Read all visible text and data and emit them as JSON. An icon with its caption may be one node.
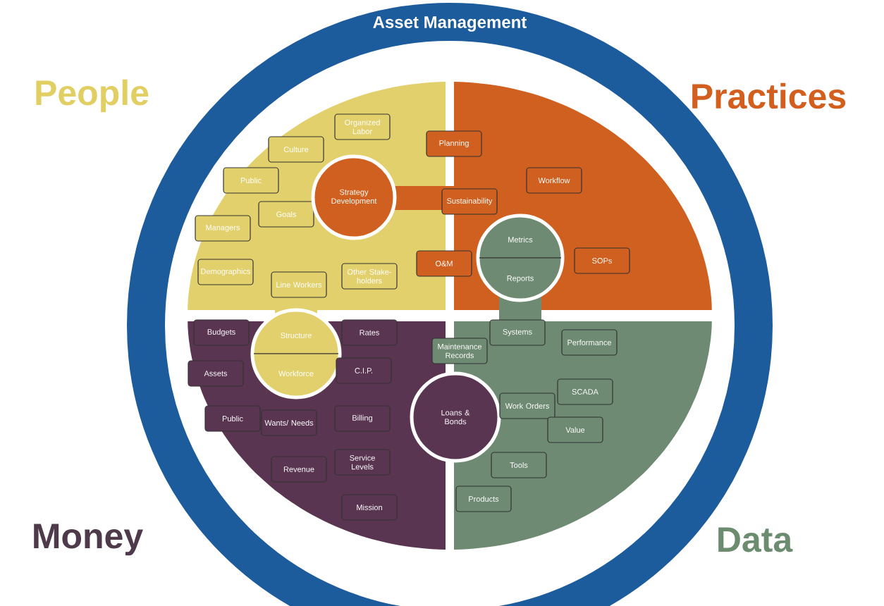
{
  "diagram": {
    "nodes": [
      {
        "text": [
          "Asset Management"
        ]
      },
      {
        "text": [
          "People"
        ],
        "in": 0
      },
      {
        "text": [
          "Practices"
        ],
        "in": 0
      },
      {
        "text": [
          "Money"
        ],
        "in": 0
      },
      {
        "text": [
          "Data"
        ],
        "in": 0
      },
      {
        "text": [
          "Organized Labor"
        ],
        "in": 1
      },
      {
        "text": [
          "Culture"
        ],
        "in": 1
      },
      {
        "text": [
          "Public"
        ],
        "in": 1
      },
      {
        "text": [
          "Goals"
        ],
        "in": 1
      },
      {
        "text": [
          "Managers"
        ],
        "in": 1
      },
      {
        "text": [
          "Demographics"
        ],
        "in": 1
      },
      {
        "text": [
          "Line Workers"
        ],
        "in": 1
      },
      {
        "text": [
          "Other Stake- holders"
        ],
        "in": 1
      },
      {
        "text": [
          "Structure"
        ],
        "in": 0
      },
      {
        "text": [
          "Workforce"
        ],
        "in": 3
      },
      {
        "text": [
          "Planning"
        ],
        "in": 2
      },
      {
        "text": [
          "Strategy Development"
        ],
        "in": 1
      },
      {
        "text": [
          "Sustainability"
        ],
        "in": 2
      },
      {
        "text": [
          "Workflow"
        ],
        "in": 2
      },
      {
        "text": [
          "O&M"
        ],
        "in": 2
      },
      {
        "text": [
          "SOPs"
        ],
        "in": 2
      },
      {
        "text": [
          "Budgets"
        ],
        "in": 3
      },
      {
        "text": [
          "Rates"
        ],
        "in": 3
      },
      {
        "text": [
          "Assets"
        ],
        "in": 3
      },
      {
        "text": [
          "C.I.P."
        ],
        "in": 3
      },
      {
        "text": [
          "Public"
        ],
        "in": 3
      },
      {
        "text": [
          "Wants/ Needs"
        ],
        "in": 3
      },
      {
        "text": [
          "Billing"
        ],
        "in": 3
      },
      {
        "text": [
          "Loans & Bonds"
        ],
        "in": 0
      },
      {
        "text": [
          "Revenue"
        ],
        "in": 3
      },
      {
        "text": [
          "Service Levels"
        ],
        "in": 3
      },
      {
        "text": [
          "Mission"
        ],
        "in": 3
      },
      {
        "text": [
          "Metrics"
        ],
        "in": 2
      },
      {
        "text": [
          "Reports"
        ],
        "in": 2
      },
      {
        "text": [
          "Systems"
        ],
        "in": 4
      },
      {
        "text": [
          "Maintenance Records"
        ],
        "in": 4
      },
      {
        "text": [
          "Performance"
        ],
        "in": 4
      },
      {
        "text": [
          "SCADA"
        ],
        "in": 4
      },
      {
        "text": [
          "Work Orders"
        ],
        "in": 4
      },
      {
        "text": [
          "Value"
        ],
        "in": 4
      },
      {
        "text": [
          "Tools"
        ],
        "in": 4
      },
      {
        "text": [
          "Products"
        ],
        "in": 4
      }
    ]
  }
}
